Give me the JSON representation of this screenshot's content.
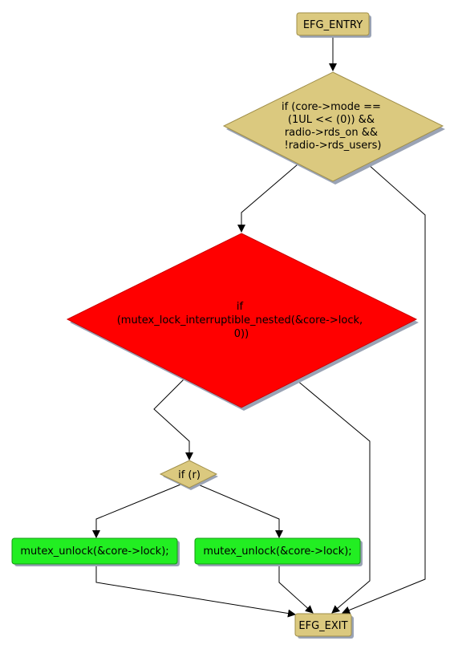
{
  "colors": {
    "terminal": "#dbc97f",
    "decision": "#dbc97f",
    "error_decision": "#ff0000",
    "action": "#22ee22",
    "shadow": "#9aa3b5",
    "edge": "#000000"
  },
  "nodes": {
    "entry": {
      "label": "EFG_ENTRY"
    },
    "cond1": {
      "lines": [
        "if (core->mode ==",
        "(1UL << (0)) &&",
        "radio->rds_on &&",
        "!radio->rds_users)"
      ]
    },
    "cond2": {
      "lines": [
        "if",
        "(mutex_lock_interruptible_nested(&core->lock,",
        "0))"
      ]
    },
    "cond3": {
      "label": "if (r)"
    },
    "unlock_left": {
      "label": "mutex_unlock(&core->lock);"
    },
    "unlock_right": {
      "label": "mutex_unlock(&core->lock);"
    },
    "exit": {
      "label": "EFG_EXIT"
    }
  },
  "edges": [
    {
      "from": "entry",
      "to": "cond1"
    },
    {
      "from": "cond1",
      "to": "cond2"
    },
    {
      "from": "cond1",
      "to": "exit"
    },
    {
      "from": "cond2",
      "to": "cond3"
    },
    {
      "from": "cond2",
      "to": "exit"
    },
    {
      "from": "cond3",
      "to": "unlock_left"
    },
    {
      "from": "cond3",
      "to": "unlock_right"
    },
    {
      "from": "unlock_left",
      "to": "exit"
    },
    {
      "from": "unlock_right",
      "to": "exit"
    }
  ]
}
